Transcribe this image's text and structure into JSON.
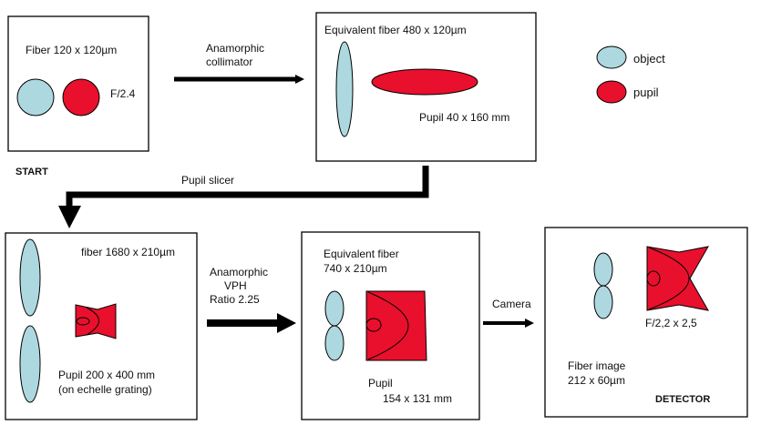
{
  "start_box": {
    "title": "Fiber 120 x 120µm",
    "fratio": "F/2.4",
    "caption": "START"
  },
  "collimator_box": {
    "title": "Equivalent fiber 480 x 120µm",
    "pupil": "Pupil 40 x 160 mm"
  },
  "legend": {
    "object": "object",
    "pupil": "pupil",
    "object_color": "#add8e0",
    "pupil_color": "#e8102c"
  },
  "arrows": {
    "collimator_l1": "Anamorphic",
    "collimator_l2": "collimator",
    "slicer": "Pupil slicer",
    "vph_l1": "Anamorphic",
    "vph_l2": "VPH",
    "vph_l3": "Ratio 2.25",
    "camera": "Camera"
  },
  "slicer_box": {
    "title": "fiber 1680 x 210µm",
    "pupil_l1": "Pupil 200 x 400 mm",
    "pupil_l2": "(on echelle grating)"
  },
  "vph_box": {
    "title_l1": "Equivalent fiber",
    "title_l2": "740 x 210µm",
    "pupil_l1": "Pupil",
    "pupil_l2": "154 x 131 mm"
  },
  "detector_box": {
    "fratio": "F/2,2 x 2,5",
    "image_l1": "Fiber image",
    "image_l2": "212 x 60µm",
    "caption": "DETECTOR"
  }
}
